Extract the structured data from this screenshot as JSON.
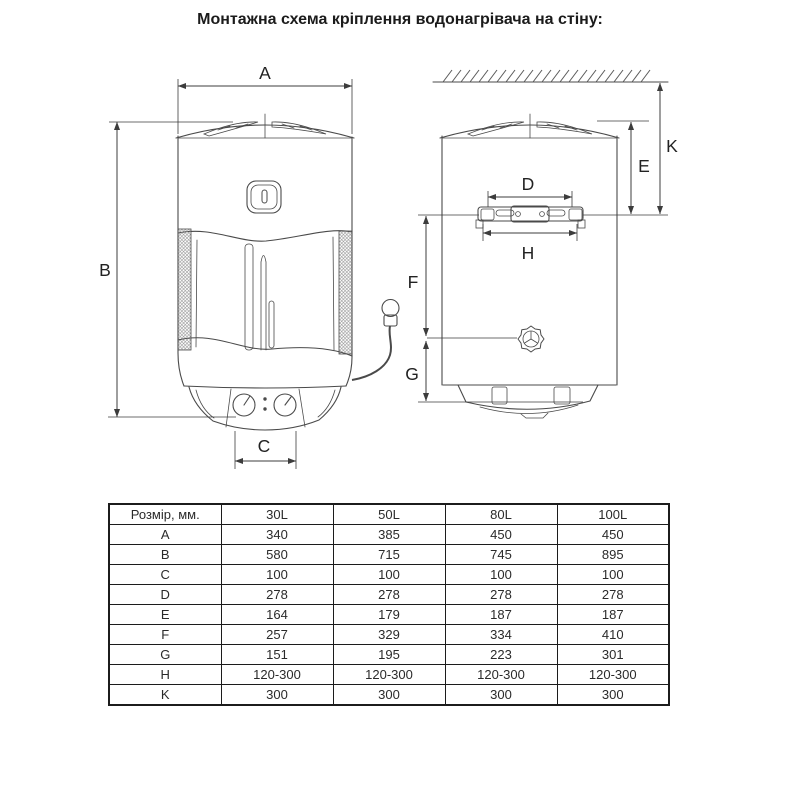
{
  "title": "Монтажна схема кріплення водонагрівача на стіну:",
  "diagram": {
    "front_view": {
      "labels": {
        "A": "A",
        "B": "B",
        "C": "C"
      }
    },
    "side_view": {
      "labels": {
        "D": "D",
        "E": "E",
        "F": "F",
        "G": "G",
        "H": "H",
        "K": "K"
      }
    }
  },
  "table": {
    "header": [
      "Розмір, мм.",
      "30L",
      "50L",
      "80L",
      "100L"
    ],
    "rows": [
      [
        "A",
        "340",
        "385",
        "450",
        "450"
      ],
      [
        "B",
        "580",
        "715",
        "745",
        "895"
      ],
      [
        "C",
        "100",
        "100",
        "100",
        "100"
      ],
      [
        "D",
        "278",
        "278",
        "278",
        "278"
      ],
      [
        "E",
        "164",
        "179",
        "187",
        "187"
      ],
      [
        "F",
        "257",
        "329",
        "334",
        "410"
      ],
      [
        "G",
        "151",
        "195",
        "223",
        "301"
      ],
      [
        "H",
        "120-300",
        "120-300",
        "120-300",
        "120-300"
      ],
      [
        "K",
        "300",
        "300",
        "300",
        "300"
      ]
    ]
  },
  "colors": {
    "line": "#4a4a4a",
    "dimension": "#3c3c3c",
    "text": "#1b1b1b"
  }
}
